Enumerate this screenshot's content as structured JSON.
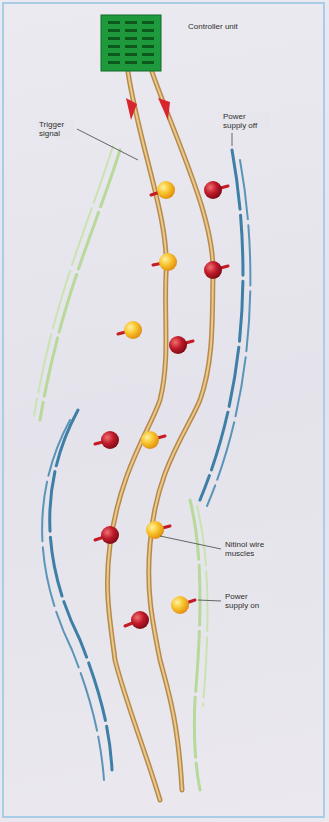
{
  "diagram": {
    "nodes": [
      {
        "text": [
          "Controller unit"
        ]
      }
    ],
    "labels": [
      "Trigger signal",
      "Power supply off",
      "Nitinol wire muscles",
      "Power supply on"
    ]
  }
}
